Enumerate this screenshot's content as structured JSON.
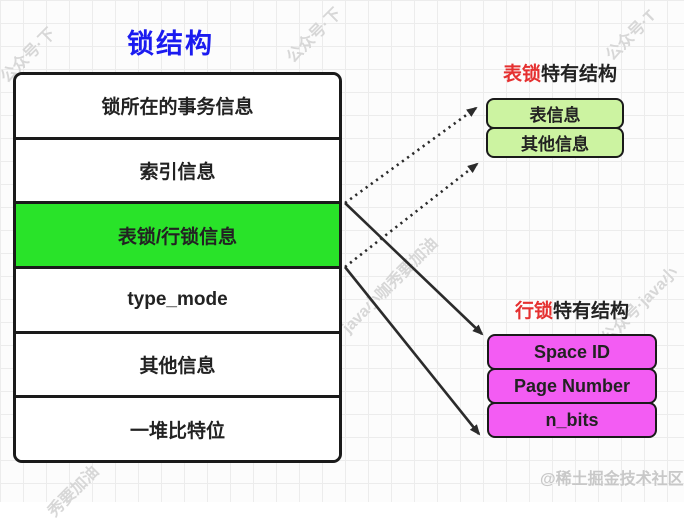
{
  "title": "锁结构",
  "main_table": {
    "rows": [
      "锁所在的事务信息",
      "索引信息",
      "表锁/行锁信息",
      "type_mode",
      "其他信息",
      "一堆比特位"
    ],
    "highlight_row_index": 2
  },
  "table_lock": {
    "heading_red": "表锁",
    "heading_rest": "特有结构",
    "boxes": [
      "表信息",
      "其他信息"
    ]
  },
  "row_lock": {
    "heading_red": "行锁",
    "heading_rest": "特有结构",
    "boxes": [
      "Space ID",
      "Page Number",
      "n_bits"
    ]
  },
  "watermarks": {
    "tile_top_left": "公众号·下",
    "tile_top_mid": "公众号·下",
    "tile_top_right": "公众号·T",
    "tile_mid": "java小咖秀要加油",
    "tile_right_mid": "公众号·java小",
    "tile_bottom_left": "秀要加油",
    "credit": "@稀土掘金技术社区"
  },
  "colors": {
    "title_blue": "#1b1bf0",
    "heading_red": "#e53030",
    "highlight_green": "#29e329",
    "table_lock_green": "#ccf3a1",
    "row_lock_magenta": "#f35cf3",
    "border_dark": "#1a1a1a"
  }
}
